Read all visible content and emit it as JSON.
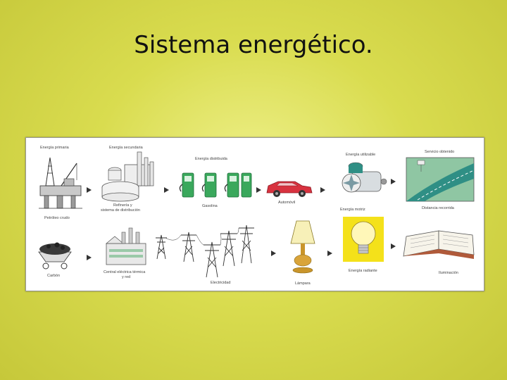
{
  "title": "Sistema energético.",
  "row1": {
    "energia_primaria": "Energía primaria",
    "petroleo": "Petróleo crudo",
    "energia_secundaria": "Energía secundaria",
    "refineria": "Refinería y",
    "refineria2": "sistema de distribución",
    "energia_distribuida": "Energía distribuida",
    "gasolina": "Gasolina",
    "automovil": "Automóvil",
    "energia_utilizable": "Energía utilizable",
    "energia_motriz": "Energía motriz",
    "servicio": "Servicio obtenido",
    "distancia": "Distancia recorrida"
  },
  "row2": {
    "carbon": "Carbón",
    "central": "Central eléctrica térmica",
    "central2": "y red",
    "electricidad": "Electricidad",
    "lampara": "Lámpara",
    "energia_radiante": "Energía radiante",
    "iluminacion": "Iluminación"
  },
  "colors": {
    "background": "#d9dc4f",
    "pump_green": "#3aa85c",
    "car_red": "#d8323f",
    "bulb_yellow": "#f4e11a",
    "road": "#2f8f85"
  }
}
